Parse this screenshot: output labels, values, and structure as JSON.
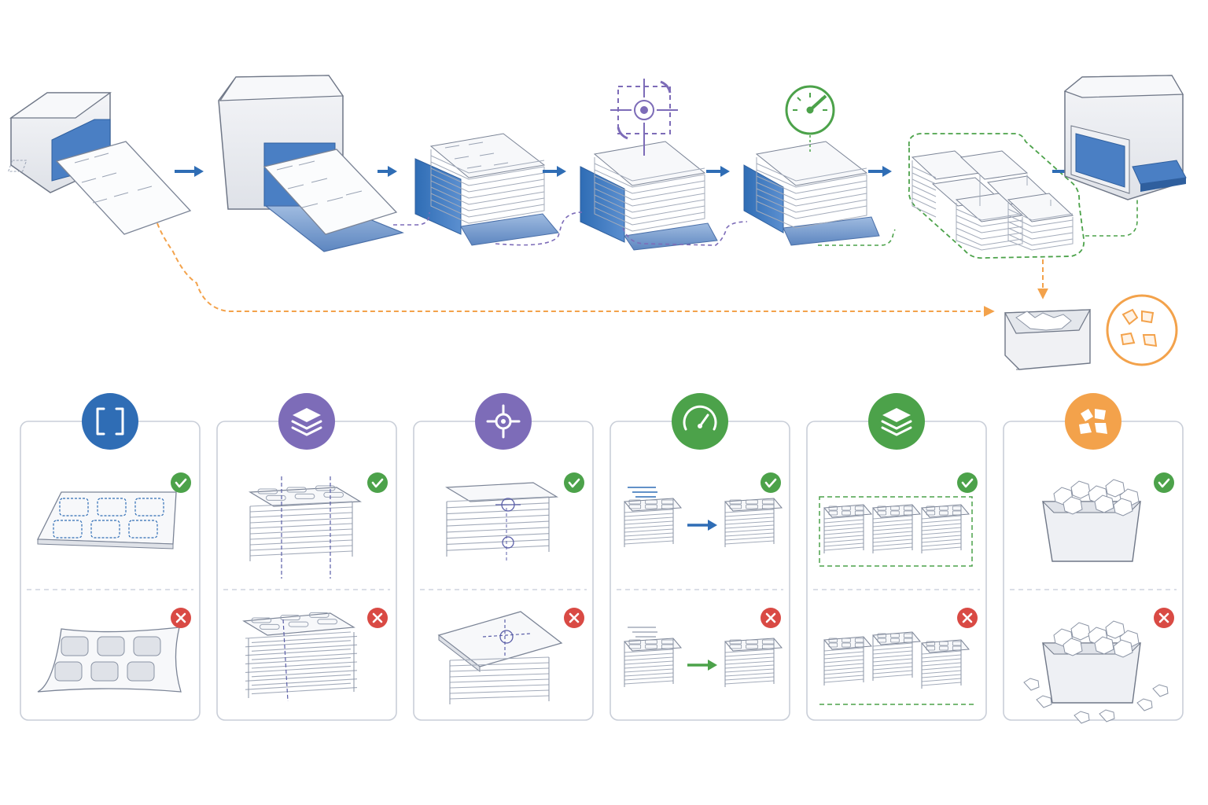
{
  "colors": {
    "blue": "#2f6db5",
    "purple": "#7d6cb8",
    "green": "#4ca24a",
    "orange": "#f3a24b",
    "ok": "#4ca24a",
    "bad": "#d94a44",
    "machine": "#eceef2",
    "outline": "#6f7787",
    "paper": "#f7f8fa"
  },
  "pipeline": {
    "stages": [
      {
        "id": "feed",
        "icon": "feeder-machine"
      },
      {
        "id": "die-cut",
        "icon": "die-cut-machine"
      },
      {
        "id": "stack",
        "icon": "stack-on-blue-tray",
        "accent": "blue"
      },
      {
        "id": "align",
        "icon": "stack-with-crosshair",
        "accent": "purple"
      },
      {
        "id": "speed",
        "icon": "stack-with-gauge",
        "accent": "green"
      },
      {
        "id": "group",
        "icon": "grouped-stacks",
        "accent": "green"
      },
      {
        "id": "output",
        "icon": "output-machine"
      }
    ],
    "reject_bin": {
      "icon": "waste-bin",
      "badge": "scrap-icon",
      "accent": "orange"
    }
  },
  "checks": [
    {
      "id": "sheet",
      "icon": "frame-icon",
      "accent": "blue",
      "good": "flat-sheet",
      "bad": "warped-sheet"
    },
    {
      "id": "stacking",
      "icon": "layers-icon",
      "accent": "purple",
      "good": "straight-stack",
      "bad": "messy-stack"
    },
    {
      "id": "registration",
      "icon": "crosshair-icon",
      "accent": "purple",
      "good": "aligned-stack",
      "bad": "misaligned-stack"
    },
    {
      "id": "speed",
      "icon": "gauge-icon",
      "accent": "green",
      "good": "smooth-transfer",
      "bad": "fast-transfer"
    },
    {
      "id": "grouping",
      "icon": "layers-icon",
      "accent": "green",
      "good": "even-groups",
      "bad": "uneven-groups"
    },
    {
      "id": "waste",
      "icon": "scrap-icon",
      "accent": "orange",
      "good": "contained-waste",
      "bad": "spilled-waste"
    }
  ],
  "status_icons": {
    "good": "check-icon",
    "bad": "cross-icon"
  }
}
